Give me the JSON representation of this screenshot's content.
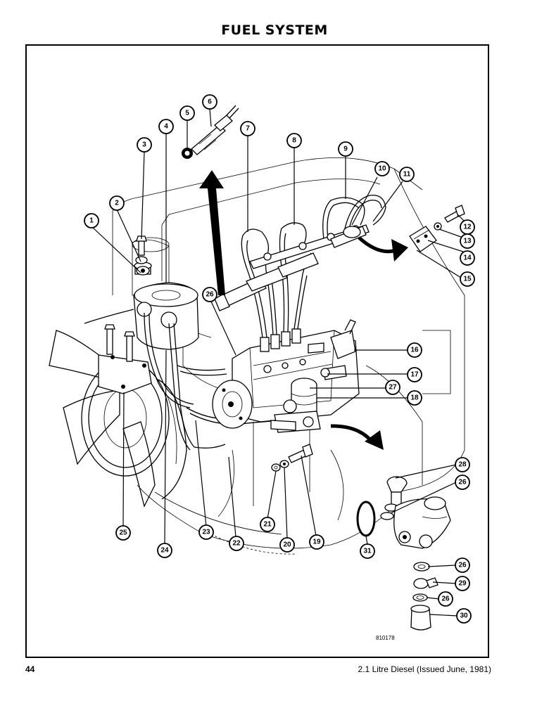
{
  "page_title": "FUEL SYSTEM",
  "page_number": "44",
  "footer": "2.1 Litre Diesel (Issued June, 1981)",
  "drawing_ref": "810178",
  "callouts": [
    "1",
    "2",
    "3",
    "4",
    "5",
    "6",
    "7",
    "8",
    "9",
    "10",
    "11",
    "12",
    "13",
    "14",
    "15",
    "16",
    "17",
    "18",
    "19",
    "20",
    "21",
    "22",
    "23",
    "24",
    "25",
    "26",
    "26",
    "26",
    "26",
    "27",
    "28",
    "29",
    "30",
    "31"
  ]
}
